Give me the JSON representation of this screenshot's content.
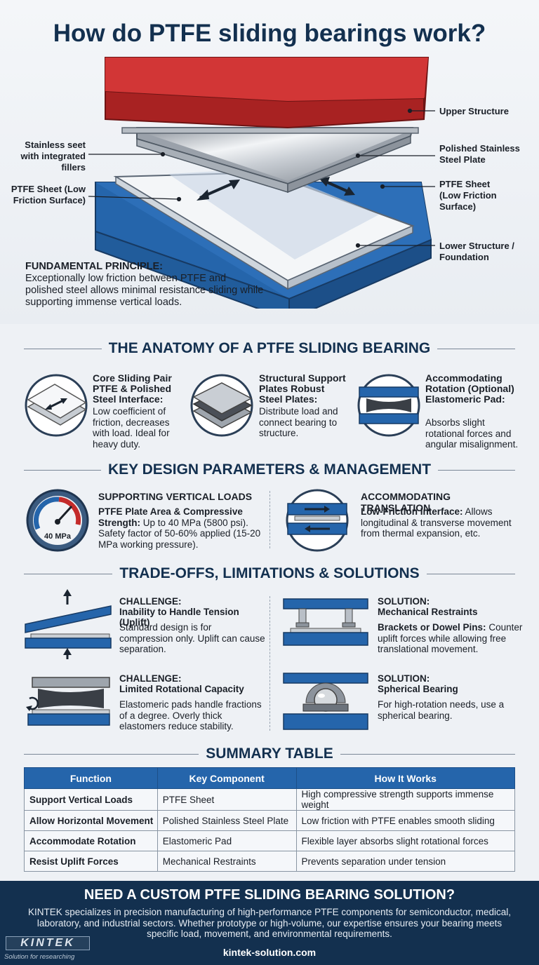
{
  "title": "How do PTFE sliding bearings work?",
  "hero": {
    "labels": {
      "upper_structure": "Upper Structure",
      "polished_plate": "Polished Stainless Steel Plate",
      "ptfe_sheet_right": "PTFE Sheet (Low Friction Surface)",
      "lower_structure": "Lower Structure / Foundation",
      "stainless_seet": "Stainless seet with integrated fillers",
      "ptfe_sheet_left": "PTFE Sheet (Low Friction Surface)"
    },
    "principle_title": "FUNDAMENTAL PRINCIPLE:",
    "principle_text": "Exceptionally low friction between PTFE and polished steel allows minimal resistance sliding while supporting immense vertical loads."
  },
  "anatomy": {
    "heading": "THE ANATOMY OF A PTFE SLIDING BEARING",
    "items": [
      {
        "title": "Core Sliding Pair PTFE & Polished Steel Interface:",
        "text": "Low coefficient of friction, decreases with load. Ideal for heavy duty."
      },
      {
        "title": "Structural Support Plates Robust Steel Plates:",
        "text": "Distribute load and connect bearing to structure."
      },
      {
        "title": "Accommodating Rotation (Optional) Elastomeric Pad:",
        "text": "Absorbs slight rotational forces and angular misalignment."
      }
    ]
  },
  "parameters": {
    "heading": "KEY DESIGN PARAMETERS & MANAGEMENT",
    "vertical": {
      "title": "SUPPORTING VERTICAL LOADS",
      "lead": "PTFE Plate Area & Compressive Strength:",
      "text": "Up to 40 MPa (5800 psi). Safety factor of 50-60% applied (15-20 MPa working pressure).",
      "gauge_label": "40 MPa"
    },
    "translation": {
      "title": "ACCOMMODATING TRANSLATION",
      "lead": "Low-Friction Interface:",
      "text": "Allows longitudinal & transverse movement from thermal expansion, etc."
    }
  },
  "tradeoffs": {
    "heading": "TRADE-OFFS, LIMITATIONS & SOLUTIONS",
    "uplift_challenge": {
      "kicker": "CHALLENGE:",
      "title": "Inability to Handle Tension (Uplift)",
      "text": "Standard design is for compression only. Uplift can cause separation."
    },
    "uplift_solution": {
      "kicker": "SOLUTION:",
      "title": "Mechanical Restraints",
      "lead": "Brackets or Dowel Pins:",
      "text": "Counter uplift forces while allowing free translational movement."
    },
    "rotation_challenge": {
      "kicker": "CHALLENGE:",
      "title": "Limited Rotational Capacity",
      "text": "Elastomeric pads handle fractions of a degree. Overly thick elastomers reduce stability."
    },
    "rotation_solution": {
      "kicker": "SOLUTION:",
      "title": "Spherical Bearing",
      "text": "For high-rotation needs, use a spherical bearing."
    }
  },
  "summary": {
    "heading": "SUMMARY TABLE",
    "headers": [
      "Function",
      "Key Component",
      "How It Works"
    ],
    "rows": [
      [
        "Support Vertical Loads",
        "PTFE Sheet",
        "High compressive strength supports immense weight"
      ],
      [
        "Allow Horizontal Movement",
        "Polished Stainless Steel Plate",
        "Low friction with PTFE enables smooth sliding"
      ],
      [
        "Accommodate Rotation",
        "Elastomeric Pad",
        "Flexible layer absorbs slight rotational forces"
      ],
      [
        "Resist Uplift Forces",
        "Mechanical Restraints",
        "Prevents separation under tension"
      ]
    ]
  },
  "footer": {
    "title": "NEED A CUSTOM PTFE SLIDING BEARING SOLUTION?",
    "body": "KINTEK specializes in precision manufacturing of high-performance PTFE components for semiconductor, medical, laboratory, and industrial sectors. Whether prototype or high-volume, our expertise ensures your bearing meets specific load, movement, and environmental requirements.",
    "url": "kintek-solution.com",
    "brand": "KINTEK",
    "brand_tag": "Solution for researching"
  },
  "colors": {
    "navy": "#13304f",
    "red": "#c42b2b",
    "blue": "#2565ab",
    "steel": "#b9bfc7"
  }
}
